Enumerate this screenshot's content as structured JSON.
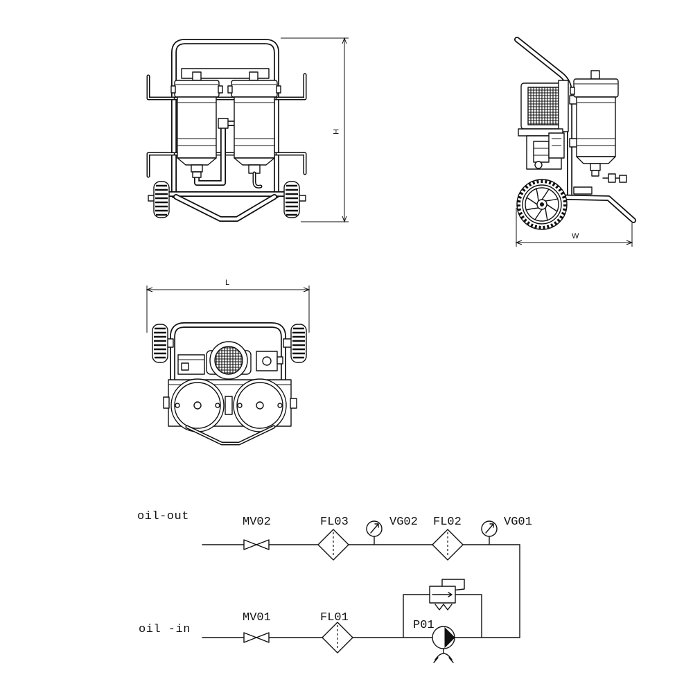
{
  "views": {
    "front": {
      "height_label": "H"
    },
    "side": {
      "width_label": "W"
    },
    "top": {
      "length_label": "L"
    }
  },
  "schematic": {
    "ports": {
      "outlet": "oil-out",
      "inlet": "oil -in"
    },
    "components": {
      "mv02": "MV02",
      "fl03": "FL03",
      "vg02": "VG02",
      "fl02": "FL02",
      "vg01": "VG01",
      "mv01": "MV01",
      "fl01": "FL01",
      "p01": "P01"
    }
  }
}
